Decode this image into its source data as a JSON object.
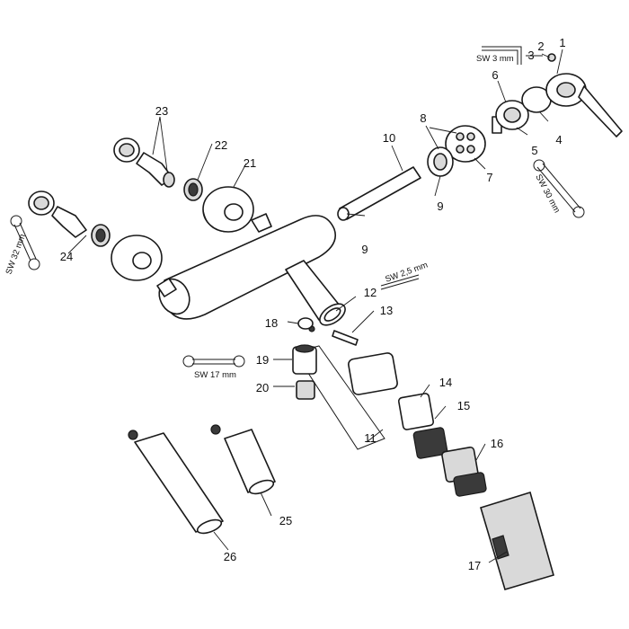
{
  "callouts": {
    "p1": "1",
    "p2": "2",
    "p3": "3",
    "p4": "4",
    "p5": "5",
    "p6": "6",
    "p7": "7",
    "p8": "8",
    "p9a": "9",
    "p9b": "9",
    "p10": "10",
    "p11": "11",
    "p12": "12",
    "p13": "13",
    "p14": "14",
    "p15": "15",
    "p16": "16",
    "p17": "17",
    "p18": "18",
    "p19": "19",
    "p20": "20",
    "p21": "21",
    "p22": "22",
    "p23": "23",
    "p24": "24",
    "p25": "25",
    "p26": "26"
  },
  "tool_labels": {
    "sw3": "SW 3 mm",
    "sw30": "SW 30 mm",
    "sw32": "SW 32 mm",
    "sw25": "SW 2,5 mm",
    "sw17": "SW 17 mm"
  }
}
